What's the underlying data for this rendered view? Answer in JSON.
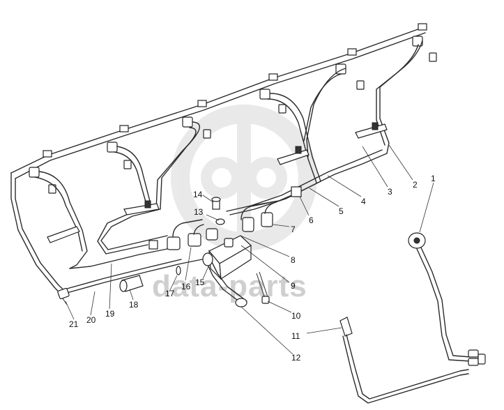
{
  "diagram": {
    "watermark": {
      "text": "data-parts"
    },
    "callouts": [
      "1",
      "2",
      "3",
      "4",
      "5",
      "6",
      "7",
      "8",
      "9",
      "10",
      "11",
      "12",
      "13",
      "14",
      "15",
      "16",
      "17",
      "18",
      "19",
      "20",
      "21"
    ],
    "colors": {
      "line": "#2a2a2a",
      "watermark": "#cfcfcf",
      "background": "#ffffff"
    }
  }
}
